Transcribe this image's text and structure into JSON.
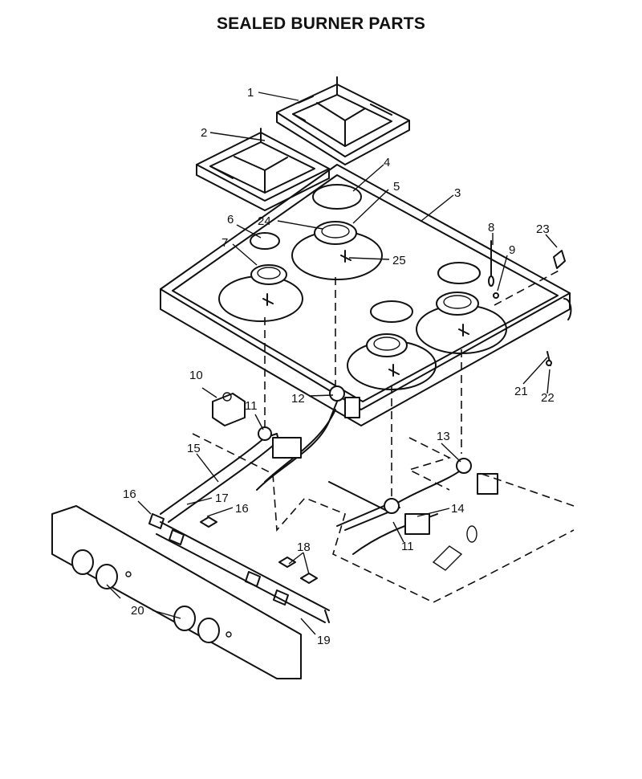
{
  "title": "SEALED BURNER PARTS",
  "callouts": [
    "1",
    "2",
    "3",
    "4",
    "5",
    "24",
    "6",
    "7",
    "25",
    "8",
    "9",
    "23",
    "10",
    "11",
    "12",
    "13",
    "15",
    "16",
    "17",
    "16",
    "14",
    "11",
    "18",
    "20",
    "19",
    "21",
    "22"
  ]
}
